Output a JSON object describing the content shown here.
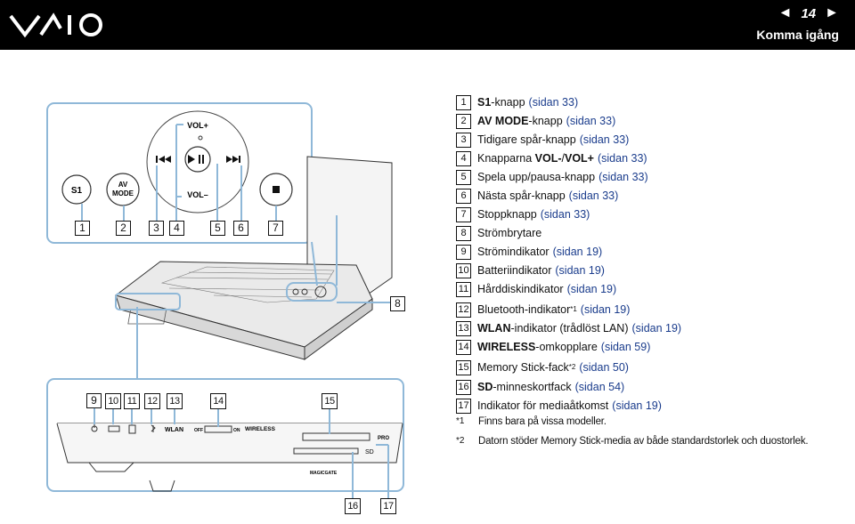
{
  "header": {
    "brand": "VAIO",
    "page_number": "14",
    "prev_arrow": "◄",
    "next_arrow": "►",
    "section_title": "Komma igång"
  },
  "figure": {
    "media_panel": {
      "s1": "S1",
      "av_mode": [
        "AV",
        "MODE"
      ],
      "vol_plus": "VOL+",
      "vol_minus": "VOL–"
    },
    "front_panel": {
      "wlan": "WLAN",
      "off": "OFF",
      "on": "ON",
      "wireless": "WIRELESS",
      "pro": "PRO",
      "sd": "SD",
      "magicgate": "MAGICGATE"
    },
    "callouts": [
      "1",
      "2",
      "3",
      "4",
      "5",
      "6",
      "7",
      "8",
      "9",
      "10",
      "11",
      "12",
      "13",
      "14",
      "15",
      "16",
      "17"
    ]
  },
  "legend": [
    {
      "n": "1",
      "bold": "S1",
      "text": "-knapp",
      "ref": "(sidan 33)"
    },
    {
      "n": "2",
      "bold": "AV MODE",
      "text": "-knapp",
      "ref": "(sidan 33)"
    },
    {
      "n": "3",
      "bold": "",
      "text": "Tidigare spår-knapp",
      "ref": "(sidan 33)"
    },
    {
      "n": "4",
      "bold": "",
      "text": "Knapparna ",
      "bold2": "VOL-",
      "mid": "/",
      "bold3": "VOL+",
      "ref": "(sidan 33)"
    },
    {
      "n": "5",
      "bold": "",
      "text": "Spela upp/pausa-knapp",
      "ref": "(sidan 33)"
    },
    {
      "n": "6",
      "bold": "",
      "text": "Nästa spår-knapp",
      "ref": "(sidan 33)"
    },
    {
      "n": "7",
      "bold": "",
      "text": "Stoppknapp",
      "ref": "(sidan 33)"
    },
    {
      "n": "8",
      "bold": "",
      "text": "Strömbrytare",
      "ref": ""
    },
    {
      "n": "9",
      "bold": "",
      "text": "Strömindikator",
      "ref": "(sidan 19)"
    },
    {
      "n": "10",
      "bold": "",
      "text": "Batteriindikator",
      "ref": "(sidan 19)"
    },
    {
      "n": "11",
      "bold": "",
      "text": "Hårddiskindikator",
      "ref": "(sidan 19)"
    },
    {
      "n": "12",
      "bold": "",
      "text": "Bluetooth-indikator",
      "sup": "*1",
      "ref": "(sidan 19)"
    },
    {
      "n": "13",
      "bold": "WLAN",
      "text": "-indikator (trådlöst LAN)",
      "ref": "(sidan 19)"
    },
    {
      "n": "14",
      "bold": "WIRELESS",
      "text": "-omkopplare",
      "ref": "(sidan 59)"
    },
    {
      "n": "15",
      "bold": "",
      "text": "Memory Stick-fack",
      "sup": "*2",
      "ref": "(sidan 50)"
    },
    {
      "n": "16",
      "bold": "SD",
      "text": "-minneskortfack",
      "ref": "(sidan 54)"
    },
    {
      "n": "17",
      "bold": "",
      "text": "Indikator för mediaåtkomst",
      "ref": "(sidan 19)"
    }
  ],
  "footnotes": [
    {
      "mark": "*1",
      "text": "Finns bara på vissa modeller."
    },
    {
      "mark": "*2",
      "text": "Datorn stöder Memory Stick-media av både standardstorlek och duostorlek."
    }
  ],
  "colors": {
    "header_bg": "#000000",
    "ref_link": "#1a3c8c",
    "panel_border": "#8fb8d8"
  }
}
